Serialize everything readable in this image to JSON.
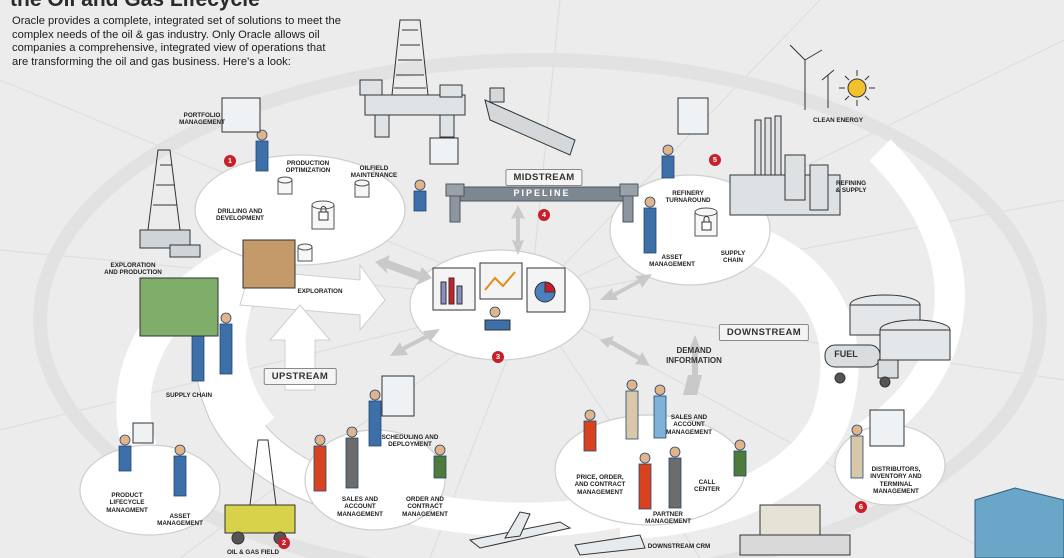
{
  "header": {
    "title": "the Oil and Gas Lifecycle",
    "intro": "Oracle provides a complete, integrated set of solutions to meet the complex needs of the oil & gas industry. Only Oracle allows oil companies a comprehensive, integrated view of operations that are transforming the oil and gas business. Here's a look:"
  },
  "stages": {
    "midstream": "MIDSTREAM",
    "pipeline": "PIPELINE",
    "downstream": "DOWNSTREAM",
    "upstream": "UPSTREAM"
  },
  "labels": {
    "portfolio": [
      "PORTFOLIO",
      "MANAGEMENT"
    ],
    "production": [
      "PRODUCTION",
      "OPTIMIZATION"
    ],
    "oilfield": [
      "OILFIELD",
      "MAINTENANCE"
    ],
    "drilling": [
      "DRILLING AND",
      "DEVELOPMENT"
    ],
    "exploration_production": [
      "EXPLORATION",
      "AND PRODUCTION"
    ],
    "exploration": [
      "EXPLORATION"
    ],
    "supply_chain_up": [
      "SUPPLY CHAIN"
    ],
    "product_lifecycle": [
      "PRODUCT",
      "LIFECYCLE",
      "MANAGMENT"
    ],
    "asset_mgmt_up": [
      "ASSET",
      "MANAGEMENT"
    ],
    "oil_gas_field": [
      "OIL & GAS FIELD"
    ],
    "sales_account_up": [
      "SALES AND",
      "ACCOUNT",
      "MANAGEMENT"
    ],
    "scheduling": [
      "SCHEDULING AND",
      "DEPLOYMENT"
    ],
    "order_contract": [
      "ORDER AND",
      "CONTRACT",
      "MANAGEMENT"
    ],
    "refinery": [
      "REFINERY",
      "TURNAROUND"
    ],
    "clean_energy": [
      "CLEAN ENERGY"
    ],
    "refining": [
      "REFINING",
      "& SUPPLY"
    ],
    "asset_mgmt_down": [
      "ASSET",
      "MANAGEMENT"
    ],
    "supply_chain_down": [
      "SUPPLY",
      "CHAIN"
    ],
    "demand": [
      "DEMAND",
      "INFORMATION"
    ],
    "sales_account_down": [
      "SALES AND",
      "ACCOUNT",
      "MANAGEMENT"
    ],
    "price_order": [
      "PRICE, ORDER,",
      "AND CONTRACT",
      "MANAGEMENT"
    ],
    "call_center": [
      "CALL",
      "CENTER"
    ],
    "partner": [
      "PARTNER",
      "MANAGEMENT"
    ],
    "distributors": [
      "DISTRIBUTORS,",
      "INVENTORY AND",
      "TERMINAL",
      "MANAGEMENT"
    ],
    "downstream_crm": [
      "DOWNSTREAM CRM"
    ]
  },
  "tanker_text": "FUEL",
  "badges": [
    "1",
    "2",
    "3",
    "4",
    "5",
    "6"
  ],
  "colors": {
    "badge": "#c8202a",
    "worker": "#3d6fa8",
    "ring": "#ffffff",
    "background": "#ececec",
    "pipeline": "#7d8790"
  }
}
